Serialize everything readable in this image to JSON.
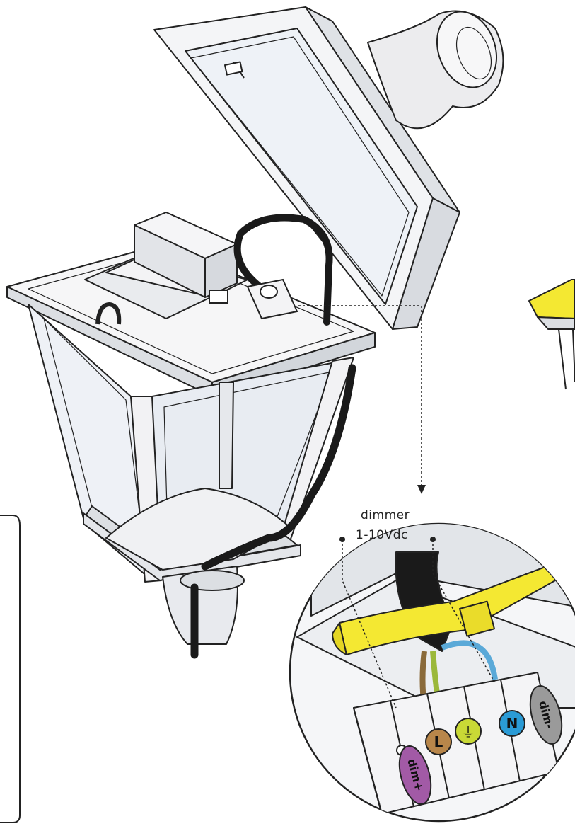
{
  "dimmer_label": {
    "line1": "dimmer",
    "line2": "1-10Vdc"
  },
  "terminals": [
    {
      "label": "dim+",
      "color": "#a25aa6"
    },
    {
      "label": "L",
      "color": "#b8864a"
    },
    {
      "label": "⏚",
      "color": "#c9d936"
    },
    {
      "label": "N",
      "color": "#2a9bd6"
    },
    {
      "label": "dim-",
      "color": "#9a9a9a"
    }
  ],
  "colors": {
    "strap": "#f4e832",
    "line": "#222222",
    "glass": "#edf1f7"
  }
}
